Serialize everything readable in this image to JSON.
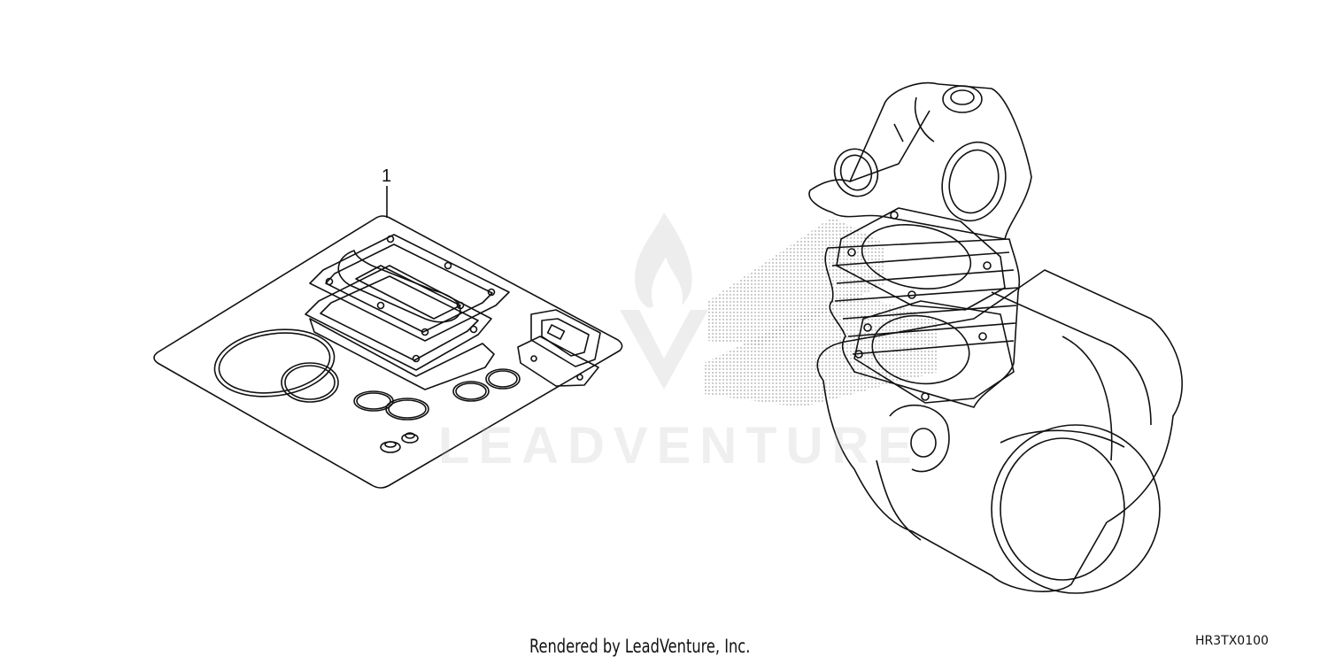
{
  "diagram": {
    "callouts": [
      {
        "label": "1",
        "part": "gasket-kit"
      }
    ],
    "watermark": {
      "text": "LEADVENTURE"
    },
    "footer": {
      "credit": "Rendered by LeadVenture, Inc.",
      "reference_code": "HR3TX0100"
    }
  },
  "colors": {
    "line": "#111111",
    "watermark": "#c8c8c8",
    "stipple": "#6a6a6a"
  }
}
